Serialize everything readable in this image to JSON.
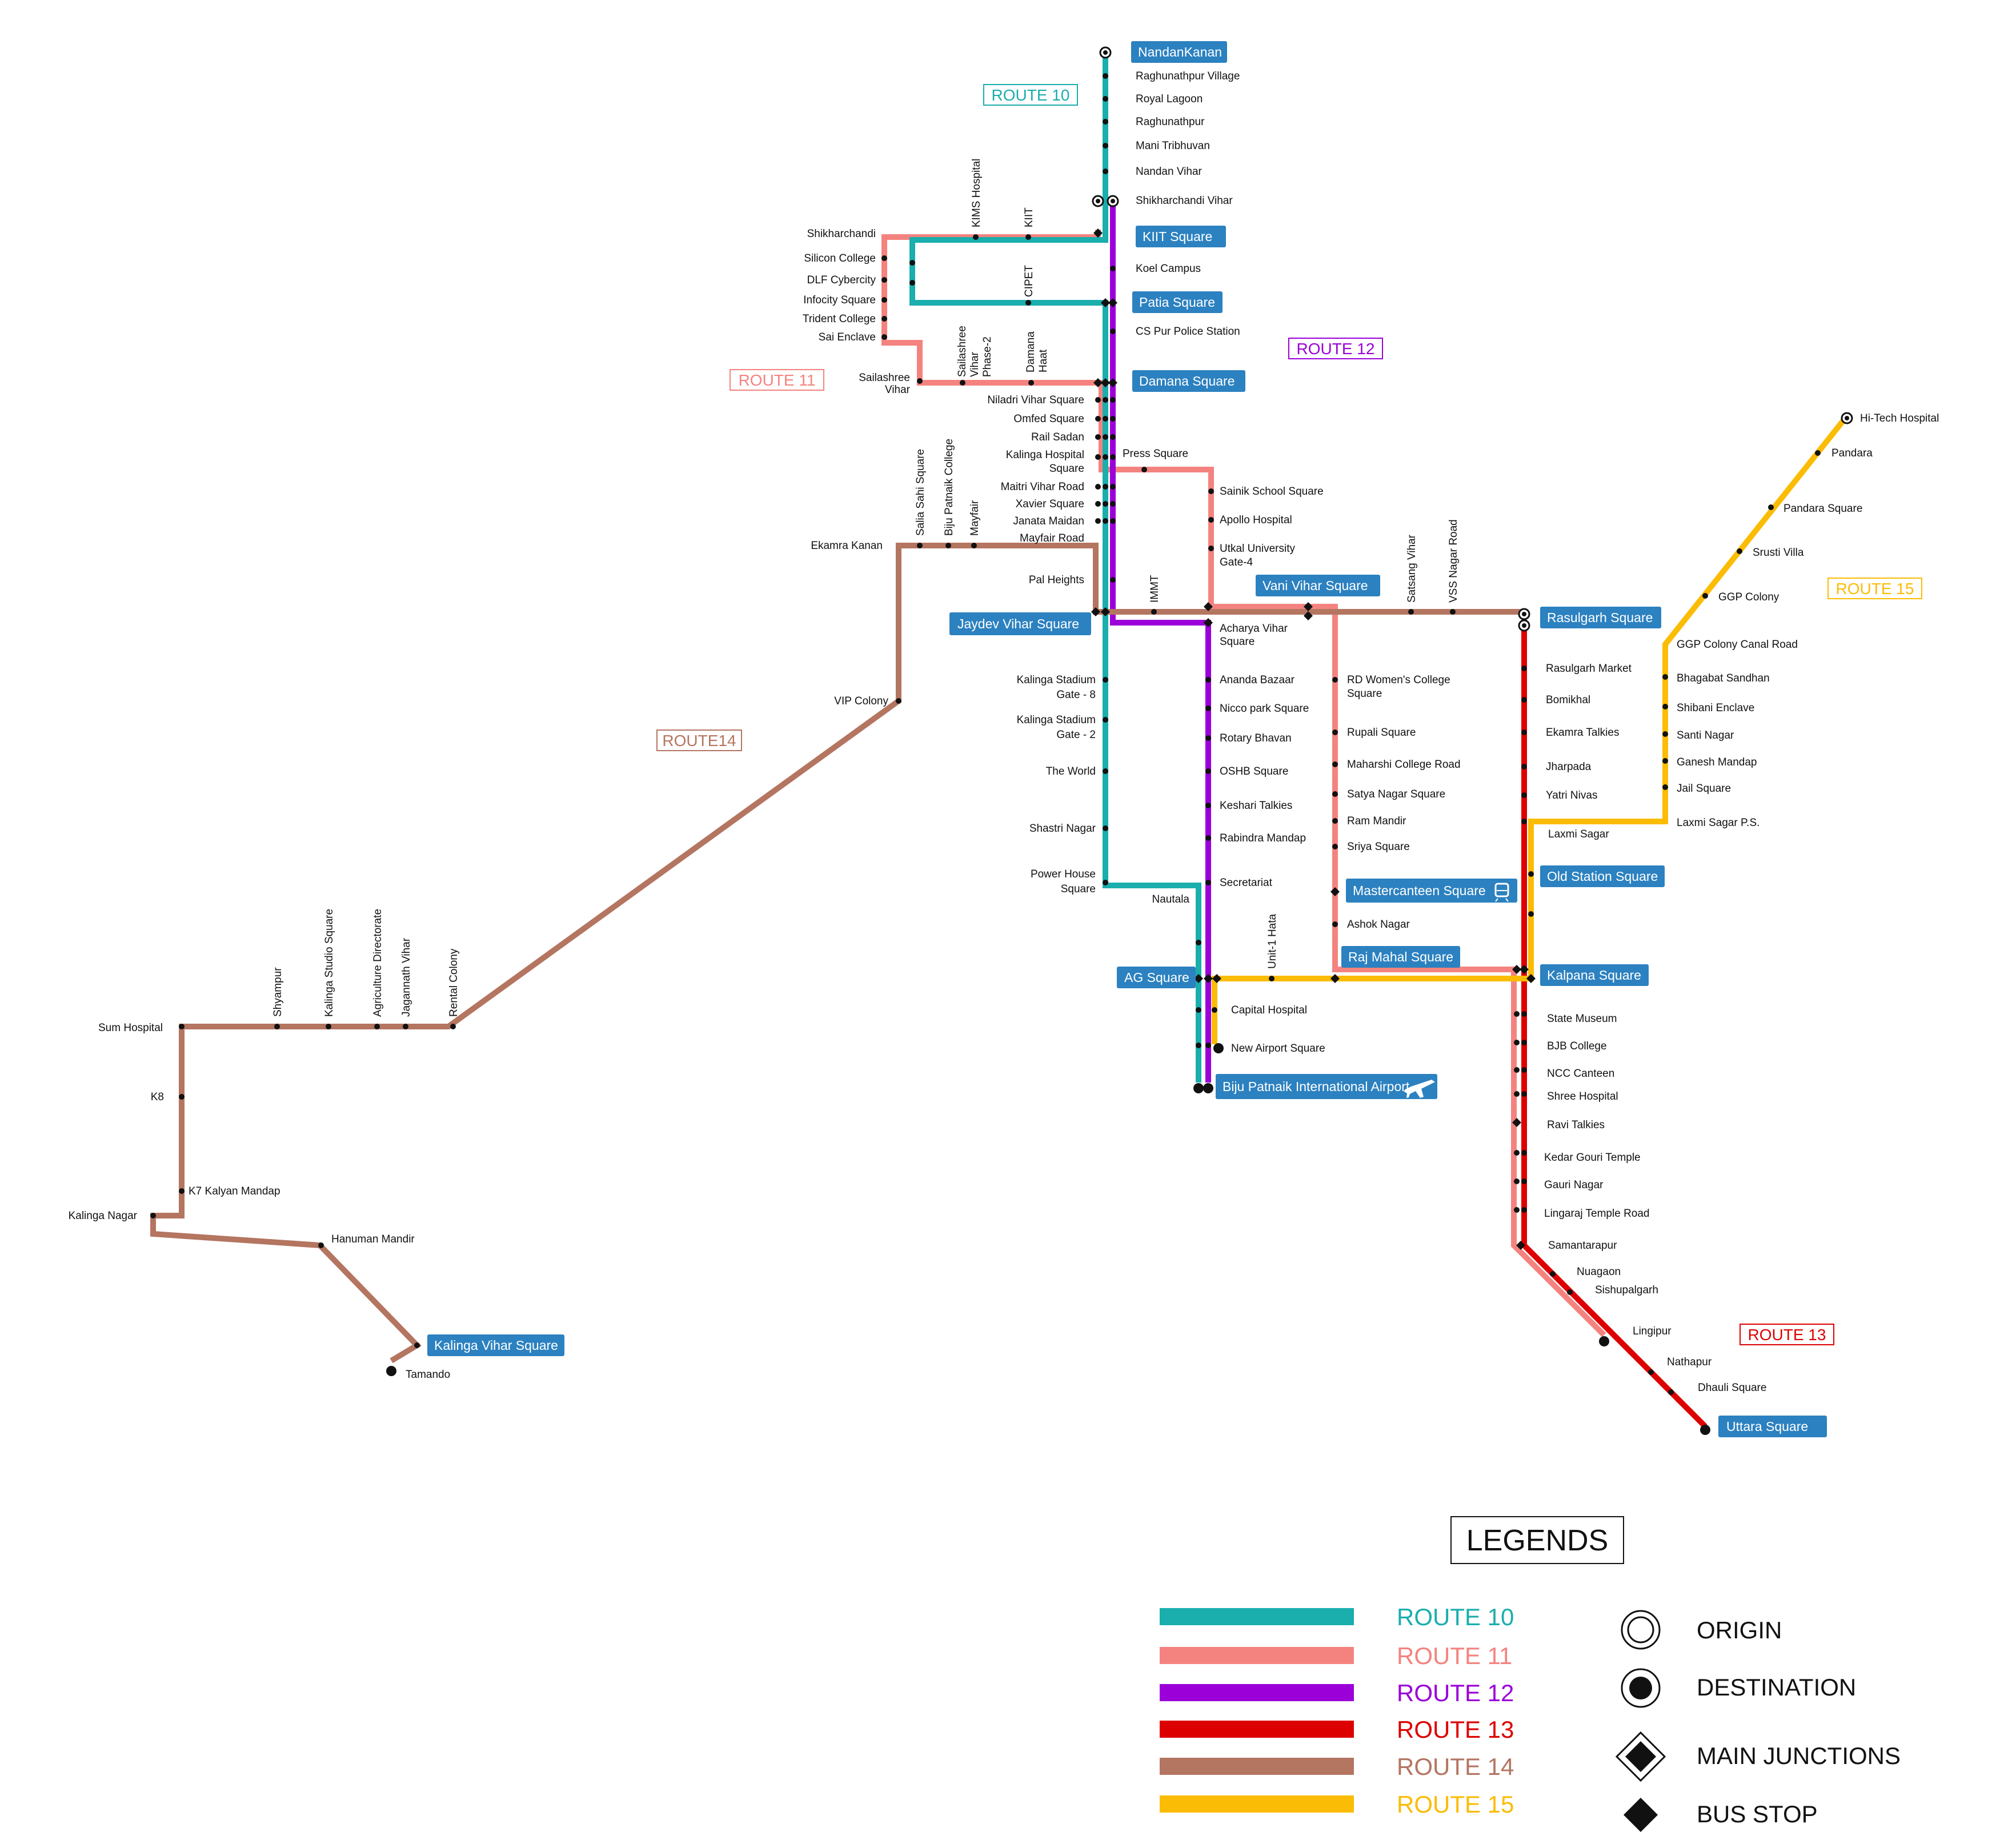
{
  "colors": {
    "route10": "#1aaead",
    "route11": "#f4837f",
    "route12": "#9b00d9",
    "route13": "#dd0000",
    "route14": "#b47561",
    "route15": "#fbbc05",
    "stop_box": "#2c81c0"
  },
  "route_tags": {
    "r10": "ROUTE 10",
    "r11": "ROUTE 11",
    "r12": "ROUTE 12",
    "r13": "ROUTE 13",
    "r14": "ROUTE14",
    "r15": "ROUTE 15"
  },
  "boxed_stops": {
    "nandankanan": "NandanKanan",
    "kiit_square": "KIIT Square",
    "patia_square": "Patia Square",
    "damana_square": "Damana Square",
    "jaydev_vihar_square": "Jaydev Vihar Square",
    "vani_vihar_square": "Vani Vihar Square",
    "rasulgarh_square": "Rasulgarh Square",
    "old_station_square": "Old Station Square",
    "mastercanteen_square": "Mastercanteen Square",
    "raj_mahal_square": "Raj Mahal Square",
    "kalpana_square": "Kalpana Square",
    "ag_square": "AG Square",
    "airport": "Biju Patnaik International Airport",
    "kalinga_vihar_square": "Kalinga Vihar Square",
    "uttara_square": "Uttara Square"
  },
  "stops": {
    "raghunathpur_village": "Raghunathpur Village",
    "royal_lagoon": "Royal Lagoon",
    "raghunathpur": "Raghunathpur",
    "mani_tribhuvan": "Mani Tribhuvan",
    "nandan_vihar": "Nandan Vihar",
    "shikharchandi_vihar": "Shikharchandi Vihar",
    "koel_campus": "Koel Campus",
    "cs_pur_police": "CS Pur Police Station",
    "shikharchandi": "Shikharchandi",
    "silicon_college": "Silicon College",
    "dlf_cybercity": "DLF Cybercity",
    "infocity_square": "Infocity Square",
    "trident_college": "Trident College",
    "sai_enclave": "Sai Enclave",
    "sailashree_vihar_1": "Sailashree",
    "sailashree_vihar_2": "Vihar",
    "kims_hospital": "KIMS Hospital",
    "kiit": "KIIT",
    "cipet": "CIPET",
    "sailashree_ph2_1": "Sailashree",
    "sailashree_ph2_2": "Vihar",
    "sailashree_ph2_3": "Phase-2",
    "damana_haat_1": "Damana",
    "damana_haat_2": "Haat",
    "niladri_vihar": "Niladri Vihar Square",
    "omfed_square": "Omfed Square",
    "rail_sadan": "Rail Sadan",
    "kalinga_hospital_1": "Kalinga Hospital",
    "kalinga_hospital_2": "Square",
    "maitri_vihar": "Maitri Vihar Road",
    "xavier_square": "Xavier Square",
    "janata_maidan": "Janata Maidan",
    "mayfair_road": "Mayfair Road",
    "pal_heights": "Pal Heights",
    "press_square": "Press Square",
    "sainik_school": "Sainik School Square",
    "apollo_hospital": "Apollo Hospital",
    "utkal_univ_1": "Utkal University",
    "utkal_univ_2": "Gate-4",
    "immt": "IMMT",
    "satsang_vihar": "Satsang Vihar",
    "vss_nagar": "VSS Nagar Road",
    "acharya_vihar_1": "Acharya Vihar",
    "acharya_vihar_2": "Square",
    "ekamra_kanan": "Ekamra Kanan",
    "salia_sahi": "Salia Sahi Square",
    "biju_patnaik_college": "Biju Patnaik College",
    "mayfair": "Mayfair",
    "vip_colony": "VIP Colony",
    "stadium_gate8_1": "Kalinga Stadium",
    "stadium_gate8_2": "Gate - 8",
    "stadium_gate2_1": "Kalinga Stadium",
    "stadium_gate2_2": "Gate - 2",
    "the_world": "The World",
    "shastri_nagar": "Shastri Nagar",
    "power_house_1": "Power House",
    "power_house_2": "Square",
    "nautala": "Nautala",
    "ananda_bazaar": "Ananda Bazaar",
    "nicco_park": "Nicco park Square",
    "rotary_bhavan": "Rotary Bhavan",
    "oshb_square": "OSHB Square",
    "keshari_talkies": "Keshari Talkies",
    "rabindra_mandap": "Rabindra Mandap",
    "secretariat": "Secretariat",
    "rd_womens_1": "RD Women's College",
    "rd_womens_2": "Square",
    "rupali_square": "Rupali Square",
    "maharshi_college": "Maharshi College  Road",
    "satya_nagar": "Satya Nagar Square",
    "ram_mandir": "Ram Mandir",
    "sriya_square": "Sriya Square",
    "ashok_nagar": "Ashok Nagar",
    "unit1_hata": "Unit-1 Hata",
    "capital_hospital": "Capital Hospital",
    "new_airport_square": "New Airport Square",
    "rasulgarh_market": "Rasulgarh Market",
    "bomikhal": "Bomikhal",
    "ekamra_talkies": "Ekamra Talkies",
    "jharpada": "Jharpada",
    "yatri_nivas": "Yatri Nivas",
    "laxmi_sagar": "Laxmi Sagar",
    "state_museum": "State Museum",
    "bjb_college": "BJB College",
    "ncc_canteen": "NCC Canteen",
    "shree_hospital": "Shree Hospital",
    "ravi_talkies": "Ravi Talkies",
    "kedar_gouri": "Kedar Gouri Temple",
    "gauri_nagar": "Gauri Nagar",
    "lingaraj_temple": "Lingaraj Temple Road",
    "samantarapur": "Samantarapur",
    "nuagaon": "Nuagaon",
    "sishupalgarh": "Sishupalgarh",
    "lingipur": "Lingipur",
    "nathapur": "Nathapur",
    "dhauli_square": "Dhauli Square",
    "hitech_hospital": "Hi-Tech Hospital",
    "pandara": "Pandara",
    "pandara_square": "Pandara Square",
    "srusti_villa": "Srusti Villa",
    "ggp_colony": "GGP Colony",
    "ggp_canal": "GGP Colony Canal Road",
    "bhagabat_sandhan": "Bhagabat Sandhan",
    "shibani_enclave": "Shibani Enclave",
    "santi_nagar": "Santi Nagar",
    "ganesh_mandap": "Ganesh Mandap",
    "jail_square": "Jail Square",
    "laxmi_sagar_ps": "Laxmi Sagar P.S.",
    "sum_hospital": "Sum Hospital",
    "shyampur": "Shyampur",
    "kalinga_studio": "Kalinga Studio Square",
    "agri_directorate": "Agriculture Directorate",
    "jagannath_vihar": "Jagannath Vihar",
    "rental_colony": "Rental Colony",
    "k8": "K8",
    "k7_kalyan": "K7 Kalyan Mandap",
    "kalinga_nagar": "Kalinga Nagar",
    "hanuman_mandir": "Hanuman Mandir",
    "tamando": "Tamando"
  },
  "legend": {
    "title": "LEGENDS",
    "routes": [
      "ROUTE 10",
      "ROUTE 11",
      "ROUTE 12",
      "ROUTE 13",
      "ROUTE 14",
      "ROUTE 15"
    ],
    "symbols": {
      "origin": "ORIGIN",
      "destination": "DESTINATION",
      "main_junctions": "MAIN JUNCTIONS",
      "bus_stop": "BUS STOP"
    }
  }
}
